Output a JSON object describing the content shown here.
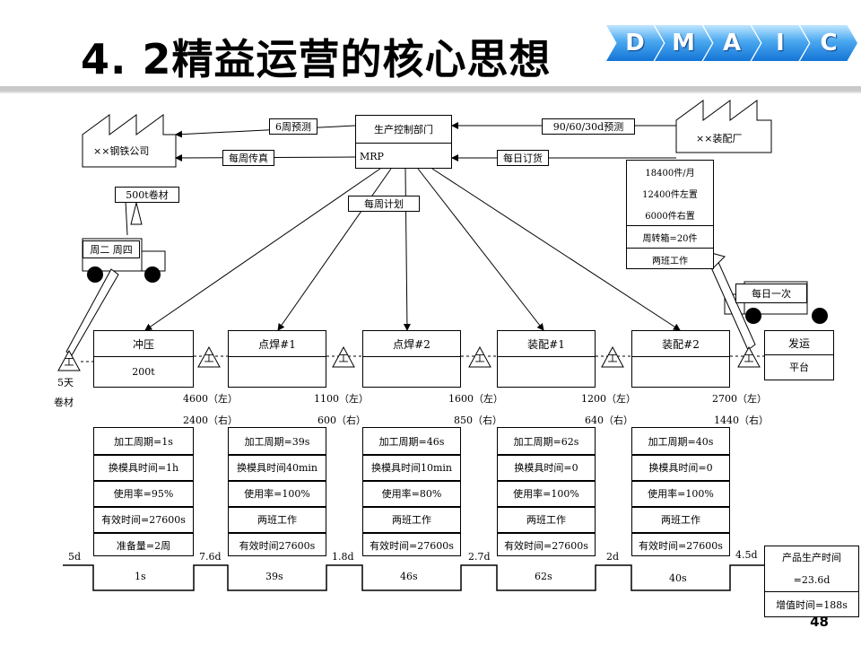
{
  "title": "4. 2精益运营的核心思想",
  "dmaic": [
    "D",
    "M",
    "A",
    "I",
    "C"
  ],
  "page_number": "48",
  "control": {
    "title": "生产控制部门",
    "mrp": "MRP"
  },
  "supplier": {
    "name": "××钢铁公司",
    "forecast": "6周预测",
    "fax": "每周传真",
    "material": "500t卷材",
    "delivery": "周二 周四"
  },
  "customer": {
    "name": "××装配厂",
    "forecast": "90/60/30d预测",
    "order": "每日订货",
    "demand": [
      "18400件/月",
      "12400件左置",
      "6000件右置",
      "周转箱=20件",
      "两班工作"
    ],
    "delivery": "每日一次"
  },
  "weekly_plan": "每周计划",
  "tri_label": "工",
  "raw_inventory": [
    "5天",
    "卷材"
  ],
  "processes": [
    {
      "name": "冲压",
      "sub": "200t",
      "inv": [
        "4600（左）",
        "2400（右）"
      ],
      "data": [
        "加工周期=1s",
        "换模具时间=1h",
        "使用率=95%",
        "有效时间=27600s",
        "准备量=2周"
      ],
      "days": "5d",
      "ct": "1s"
    },
    {
      "name": "点焊#1",
      "sub": "",
      "inv": [
        "1100（左）",
        "600（右）"
      ],
      "data": [
        "加工周期=39s",
        "换模具时间40min",
        "使用率=100%",
        "两班工作",
        "有效时间27600s"
      ],
      "days": "7.6d",
      "ct": "39s"
    },
    {
      "name": "点焊#2",
      "sub": "",
      "inv": [
        "1600（左）",
        "850（右）"
      ],
      "data": [
        "加工周期=46s",
        "换模具时间10min",
        "使用率=80%",
        "两班工作",
        "有效时间=27600s"
      ],
      "days": "1.8d",
      "ct": "46s"
    },
    {
      "name": "装配#1",
      "sub": "",
      "inv": [
        "1200（左）",
        "640（右）"
      ],
      "data": [
        "加工周期=62s",
        "换模具时间=0",
        "使用率=100%",
        "两班工作",
        "有效时间=27600s"
      ],
      "days": "2.7d",
      "ct": "62s"
    },
    {
      "name": "装配#2",
      "sub": "",
      "inv": [
        "2700（左）",
        "1440（右）"
      ],
      "data": [
        "加工周期=40s",
        "换模具时间=0",
        "使用率=100%",
        "两班工作",
        "有效时间=27600s"
      ],
      "days": "2d",
      "ct": "40s"
    }
  ],
  "shipping": {
    "name": "发运",
    "sub": "平台"
  },
  "final_days": "4.5d",
  "summary": {
    "lead_time_label": "产品生产时间",
    "lead_time": "=23.6d",
    "value_added": "增值时间=188s"
  }
}
